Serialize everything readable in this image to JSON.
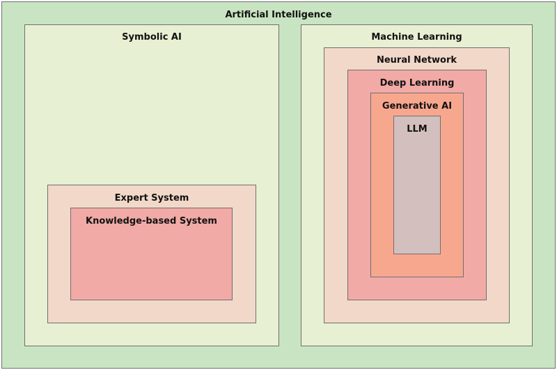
{
  "diagram": {
    "artificial_intelligence": {
      "label": "Artificial Intelligence"
    },
    "symbolic_ai": {
      "label": "Symbolic AI"
    },
    "expert_system": {
      "label": "Expert System"
    },
    "knowledge_based_system": {
      "label": "Knowledge-based System"
    },
    "machine_learning": {
      "label": "Machine Learning"
    },
    "neural_network": {
      "label": "Neural Network"
    },
    "deep_learning": {
      "label": "Deep Learning"
    },
    "generative_ai": {
      "label": "Generative AI"
    },
    "llm": {
      "label": "LLM"
    }
  },
  "colors": {
    "ai": "#c9e4c2",
    "symbolic_ai": "#e7f0d2",
    "machine_learning": "#e7f0d2",
    "expert_system": "#f2d8c9",
    "neural_network": "#f2d8c9",
    "knowledge_based_system": "#f1aaa6",
    "deep_learning": "#f1aaa6",
    "generative_ai": "#f8a78f",
    "llm": "#d3bfbd"
  }
}
